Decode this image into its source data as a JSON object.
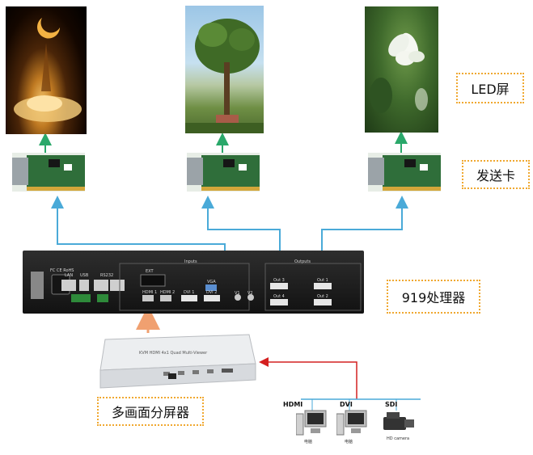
{
  "labels": {
    "led_screen": "LED屏",
    "sender_card": "发送卡",
    "processor": "919处理器",
    "splitter": "多画面分屏器"
  },
  "processor_panel": {
    "brand_marks": "FC CE RoHS",
    "lan": "LAN",
    "usb": "USB",
    "rs232": "RS232",
    "inputs": "Inputs",
    "outputs": "Outputs",
    "ext": "EXT",
    "hdmi1": "HDMI 1",
    "hdmi2": "HDMI 2",
    "dvi1": "DVI 1",
    "dvi2": "DVI 2",
    "vga": "VGA",
    "v1": "V1",
    "v2": "V2",
    "out1": "Out 1",
    "out2": "Out 2",
    "out3": "Out 3",
    "out4": "Out 4"
  },
  "splitter_panel": {
    "front_text": "KVM HDMI 4x1 Quad Multi-Viewer"
  },
  "sources": {
    "hdmi": "HDMI",
    "dvi": "DVI",
    "sdi": "SDI",
    "pc1": "电脑",
    "pc2": "电脑",
    "camera": "HD camera"
  },
  "colors": {
    "signal_line": "#4aaad8",
    "led_link": "#2aa86a",
    "input_line": "#d42020",
    "splitter_link": "#f0a070",
    "label_border": "#f0a830"
  }
}
